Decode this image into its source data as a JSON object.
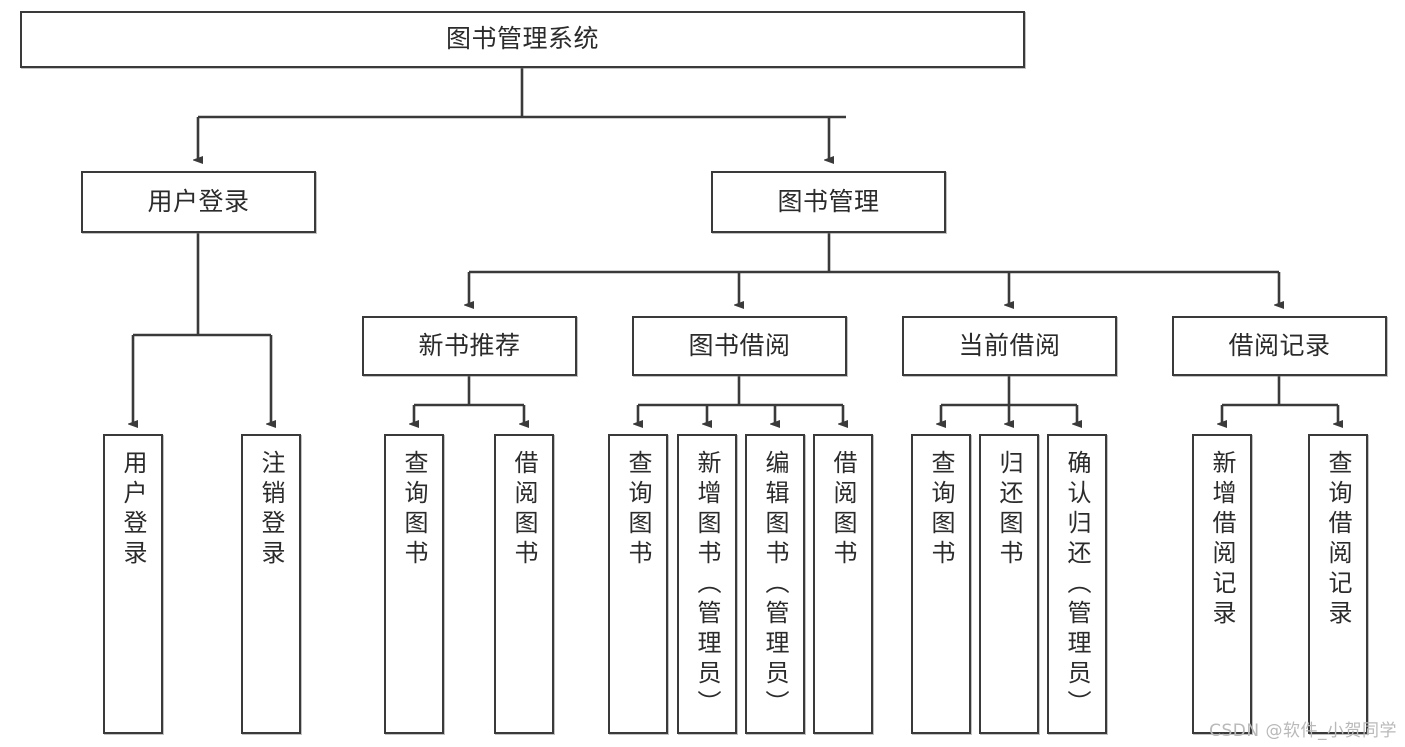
{
  "diagram": {
    "title": "图书管理系统",
    "type": "tree-hierarchy-diagram",
    "colors": {
      "stroke": "#3a3a3a",
      "fill": "#ffffff",
      "text": "#2b2b2b",
      "watermark": "#b9b9b9"
    },
    "watermark": "CSDN @软件_小贺同学",
    "nodes": {
      "root": {
        "label": "图书管理系统"
      },
      "level2": [
        {
          "id": "user-login",
          "label": "用户登录"
        },
        {
          "id": "book-management",
          "label": "图书管理"
        }
      ],
      "level3": [
        {
          "id": "new-book-recommend",
          "label": "新书推荐"
        },
        {
          "id": "book-borrow",
          "label": "图书借阅"
        },
        {
          "id": "current-borrow",
          "label": "当前借阅"
        },
        {
          "id": "borrow-record",
          "label": "借阅记录"
        }
      ],
      "leaves": {
        "user_login": [
          {
            "id": "leaf-user-login",
            "label": "用户登录"
          },
          {
            "id": "leaf-logout-login",
            "label": "注销登录"
          }
        ],
        "new_book_recommend": [
          {
            "id": "leaf-query-book-1",
            "label": "查询图书"
          },
          {
            "id": "leaf-borrow-book-1",
            "label": "借阅图书"
          }
        ],
        "book_borrow": [
          {
            "id": "leaf-query-book-2",
            "label": "查询图书"
          },
          {
            "id": "leaf-add-book",
            "label": "新增图书（管理员）"
          },
          {
            "id": "leaf-edit-book",
            "label": "编辑图书（管理员）"
          },
          {
            "id": "leaf-borrow-book-2",
            "label": "借阅图书"
          }
        ],
        "current_borrow": [
          {
            "id": "leaf-query-book-3",
            "label": "查询图书"
          },
          {
            "id": "leaf-return-book",
            "label": "归还图书"
          },
          {
            "id": "leaf-confirm-return",
            "label": "确认归还（管理员）"
          }
        ],
        "borrow_record": [
          {
            "id": "leaf-add-record",
            "label": "新增借阅记录"
          },
          {
            "id": "leaf-query-record",
            "label": "查询借阅记录"
          }
        ]
      }
    }
  }
}
